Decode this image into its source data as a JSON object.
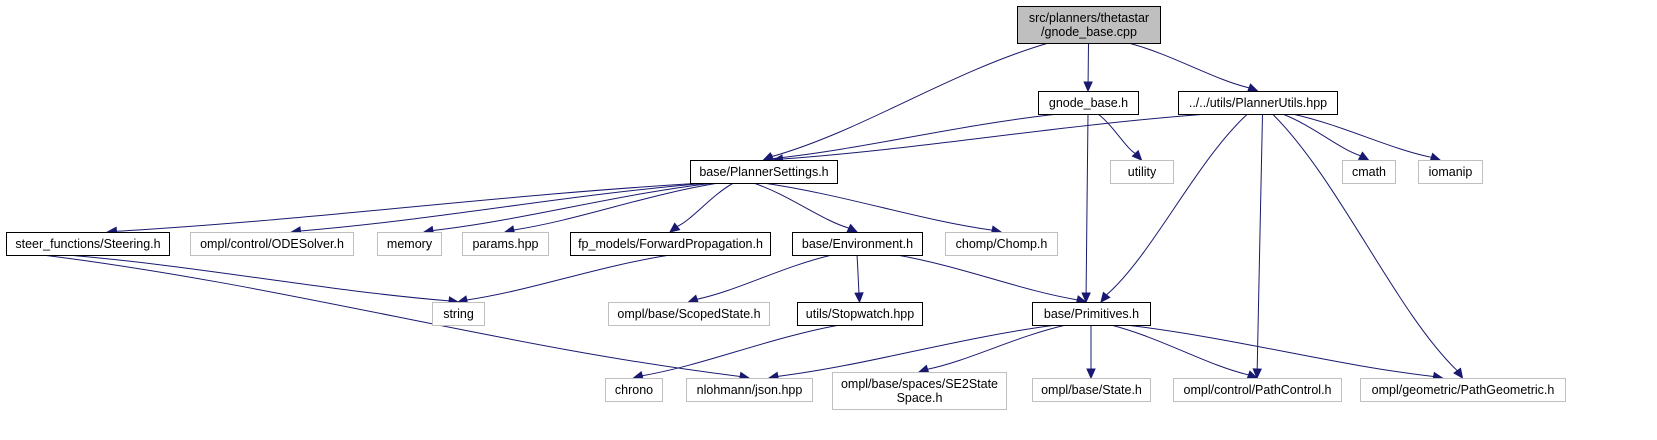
{
  "colors": {
    "edge": "#191970",
    "root_fill": "#bfbfbf",
    "root_border": "#000000",
    "documented_border": "#000000",
    "external_border": "#bfbfbf",
    "node_fill": "#ffffff"
  },
  "nodes": [
    {
      "id": "root",
      "lines": [
        "src/planners/thetastar",
        "/gnode_base.cpp"
      ],
      "kind": "root"
    },
    {
      "id": "gnode_base_h",
      "lines": [
        "gnode_base.h"
      ],
      "kind": "documented"
    },
    {
      "id": "planner_utils",
      "lines": [
        "../../utils/PlannerUtils.hpp"
      ],
      "kind": "documented"
    },
    {
      "id": "planner_settings",
      "lines": [
        "base/PlannerSettings.h"
      ],
      "kind": "documented"
    },
    {
      "id": "utility",
      "lines": [
        "utility"
      ],
      "kind": "external"
    },
    {
      "id": "cmath",
      "lines": [
        "cmath"
      ],
      "kind": "external"
    },
    {
      "id": "iomanip",
      "lines": [
        "iomanip"
      ],
      "kind": "external"
    },
    {
      "id": "steering",
      "lines": [
        "steer_functions/Steering.h"
      ],
      "kind": "documented"
    },
    {
      "id": "odesolver",
      "lines": [
        "ompl/control/ODESolver.h"
      ],
      "kind": "external"
    },
    {
      "id": "memory",
      "lines": [
        "memory"
      ],
      "kind": "external"
    },
    {
      "id": "params",
      "lines": [
        "params.hpp"
      ],
      "kind": "external"
    },
    {
      "id": "forward_prop",
      "lines": [
        "fp_models/ForwardPropagation.h"
      ],
      "kind": "documented"
    },
    {
      "id": "environment",
      "lines": [
        "base/Environment.h"
      ],
      "kind": "documented"
    },
    {
      "id": "chomp",
      "lines": [
        "chomp/Chomp.h"
      ],
      "kind": "external"
    },
    {
      "id": "string",
      "lines": [
        "string"
      ],
      "kind": "external"
    },
    {
      "id": "scoped_state",
      "lines": [
        "ompl/base/ScopedState.h"
      ],
      "kind": "external"
    },
    {
      "id": "stopwatch",
      "lines": [
        "utils/Stopwatch.hpp"
      ],
      "kind": "documented"
    },
    {
      "id": "primitives",
      "lines": [
        "base/Primitives.h"
      ],
      "kind": "documented"
    },
    {
      "id": "chrono",
      "lines": [
        "chrono"
      ],
      "kind": "external"
    },
    {
      "id": "json",
      "lines": [
        "nlohmann/json.hpp"
      ],
      "kind": "external"
    },
    {
      "id": "se2state",
      "lines": [
        "ompl/base/spaces/SE2State",
        "Space.h"
      ],
      "kind": "external"
    },
    {
      "id": "ompl_state",
      "lines": [
        "ompl/base/State.h"
      ],
      "kind": "external"
    },
    {
      "id": "path_control",
      "lines": [
        "ompl/control/PathControl.h"
      ],
      "kind": "external"
    },
    {
      "id": "path_geometric",
      "lines": [
        "ompl/geometric/PathGeometric.h"
      ],
      "kind": "external"
    }
  ],
  "edges": [
    {
      "from": "root",
      "to": "planner_settings"
    },
    {
      "from": "root",
      "to": "gnode_base_h"
    },
    {
      "from": "root",
      "to": "planner_utils"
    },
    {
      "from": "gnode_base_h",
      "to": "planner_settings"
    },
    {
      "from": "gnode_base_h",
      "to": "utility"
    },
    {
      "from": "gnode_base_h",
      "to": "primitives"
    },
    {
      "from": "planner_utils",
      "to": "planner_settings"
    },
    {
      "from": "planner_utils",
      "to": "cmath"
    },
    {
      "from": "planner_utils",
      "to": "iomanip"
    },
    {
      "from": "planner_utils",
      "to": "primitives"
    },
    {
      "from": "planner_utils",
      "to": "path_control"
    },
    {
      "from": "planner_utils",
      "to": "path_geometric"
    },
    {
      "from": "planner_settings",
      "to": "steering"
    },
    {
      "from": "planner_settings",
      "to": "odesolver"
    },
    {
      "from": "planner_settings",
      "to": "memory"
    },
    {
      "from": "planner_settings",
      "to": "params"
    },
    {
      "from": "planner_settings",
      "to": "forward_prop"
    },
    {
      "from": "planner_settings",
      "to": "environment"
    },
    {
      "from": "planner_settings",
      "to": "chomp"
    },
    {
      "from": "steering",
      "to": "string"
    },
    {
      "from": "steering",
      "to": "json"
    },
    {
      "from": "forward_prop",
      "to": "string"
    },
    {
      "from": "environment",
      "to": "scoped_state"
    },
    {
      "from": "environment",
      "to": "stopwatch"
    },
    {
      "from": "environment",
      "to": "primitives"
    },
    {
      "from": "stopwatch",
      "to": "chrono"
    },
    {
      "from": "primitives",
      "to": "json"
    },
    {
      "from": "primitives",
      "to": "se2state"
    },
    {
      "from": "primitives",
      "to": "ompl_state"
    },
    {
      "from": "primitives",
      "to": "path_control"
    },
    {
      "from": "primitives",
      "to": "path_geometric"
    }
  ]
}
